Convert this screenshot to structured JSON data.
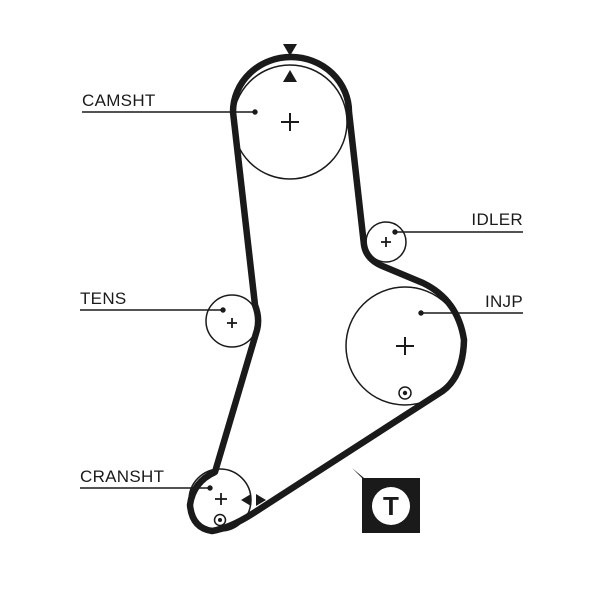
{
  "labels": {
    "camshaft": "CAMSHT",
    "idler": "IDLER",
    "tensioner": "TENS",
    "injection_pump": "INJP",
    "crankshaft": "CRANSHT"
  },
  "badge": {
    "letter": "T"
  },
  "colors": {
    "belt": "#1a1a1a",
    "pulley_stroke": "#1a1a1a",
    "background": "#ffffff"
  },
  "icons": {
    "timing_mark": "triangle-marker-icon",
    "pulley_center": "plus-icon",
    "alignment_hole": "circled-dot-icon",
    "tensioner_badge": "tensioner-badge-icon"
  }
}
